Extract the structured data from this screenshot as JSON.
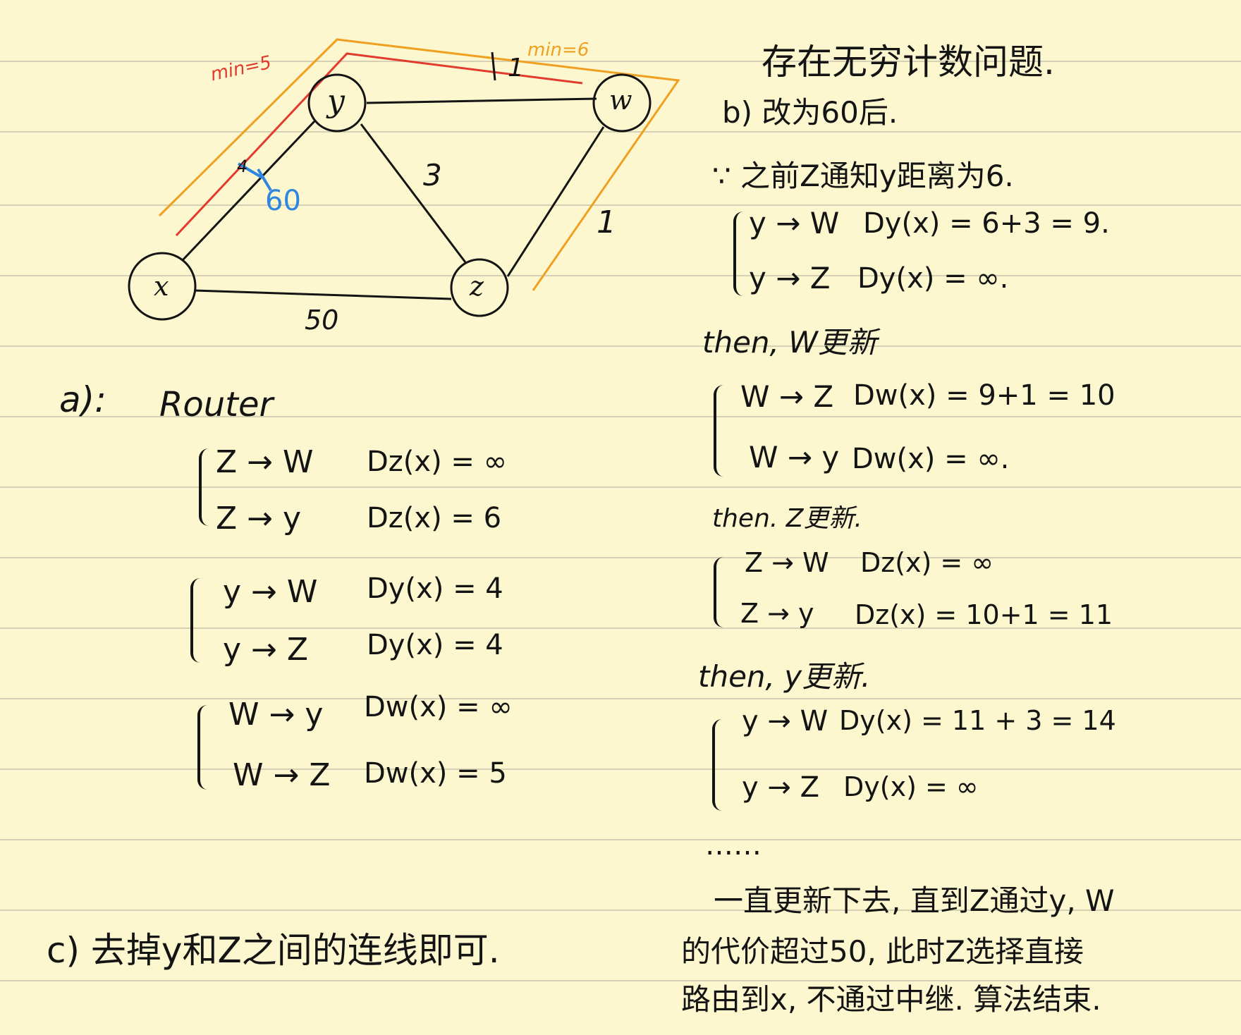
{
  "graph": {
    "nodes": {
      "x": "x",
      "y": "y",
      "w": "w",
      "z": "z"
    },
    "edge_labels": {
      "xy_old": "4",
      "xy_new": "60",
      "yw": "1",
      "yz": "3",
      "wz": "1",
      "xz": "50"
    },
    "path_labels": {
      "red": "min=5",
      "orange": "min=6"
    },
    "colors": {
      "ink": "#141414",
      "red": "#e23b2e",
      "orange": "#f0a020",
      "blue": "#2e86de"
    }
  },
  "part_a": {
    "label": "a):",
    "router": "Router",
    "groups": [
      {
        "rows": [
          {
            "route": "Z → W",
            "dist": "Dz(x) = ∞"
          },
          {
            "route": "Z → y",
            "dist": "Dz(x) = 6"
          }
        ]
      },
      {
        "rows": [
          {
            "route": "y → W",
            "dist": "Dy(x) = 4"
          },
          {
            "route": "y → Z",
            "dist": "Dy(x) = 4"
          }
        ]
      },
      {
        "rows": [
          {
            "route": "W → y",
            "dist": "Dw(x) = ∞"
          },
          {
            "route": "W → Z",
            "dist": "Dw(x) = 5"
          }
        ]
      }
    ]
  },
  "part_b": {
    "title": "存在无穷计数问题.",
    "label": "b) 改为60后.",
    "since": "∵ 之前Z通知y距离为6.",
    "group1": [
      {
        "route": "y → W",
        "dist": "Dy(x) = 6+3 = 9."
      },
      {
        "route": "y → Z",
        "dist": "Dy(x) = ∞."
      }
    ],
    "then1": "then, W更新",
    "group2": [
      {
        "route": "W → Z",
        "dist": "Dw(x) = 9+1 = 10"
      },
      {
        "route": "W → y",
        "dist": "Dw(x) = ∞."
      }
    ],
    "then2": "then. Z更新.",
    "group3": [
      {
        "route": "Z → W",
        "dist": "Dz(x) = ∞"
      },
      {
        "route": "Z → y",
        "dist": "Dz(x) = 10+1 = 11"
      }
    ],
    "then3": "then, y更新.",
    "group4": [
      {
        "route": "y → W",
        "dist": "Dy(x) = 11 + 3 = 14"
      },
      {
        "route": "y → Z",
        "dist": "Dy(x) = ∞"
      }
    ],
    "dots": "……",
    "conclusion": [
      "一直更新下去, 直到Z通过y, W",
      "的代价超过50, 此时Z选择直接",
      "路由到x, 不通过中继. 算法结束."
    ]
  },
  "part_c": {
    "text": "c) 去掉y和Z之间的连线即可."
  }
}
